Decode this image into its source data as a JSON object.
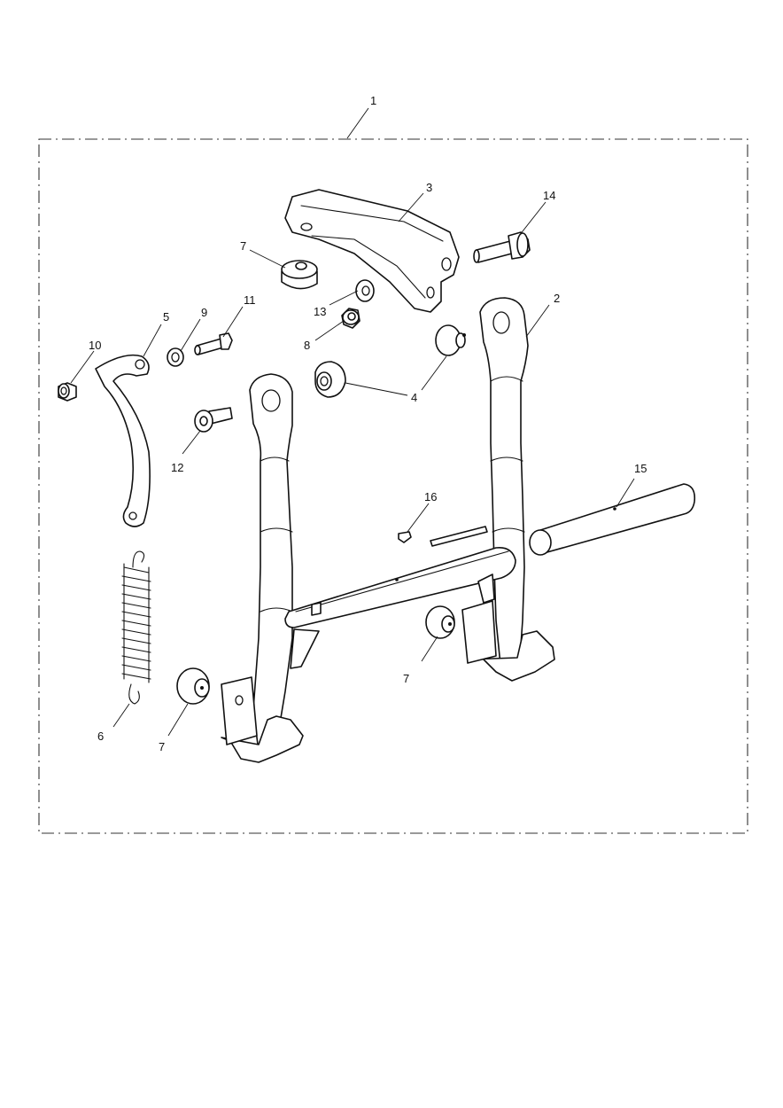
{
  "diagram": {
    "callouts": [
      {
        "id": "1",
        "label": "1"
      },
      {
        "id": "2",
        "label": "2"
      },
      {
        "id": "3",
        "label": "3"
      },
      {
        "id": "4",
        "label": "4"
      },
      {
        "id": "5",
        "label": "5"
      },
      {
        "id": "6",
        "label": "6"
      },
      {
        "id": "7a",
        "label": "7"
      },
      {
        "id": "7b",
        "label": "7"
      },
      {
        "id": "7c",
        "label": "7"
      },
      {
        "id": "8",
        "label": "8"
      },
      {
        "id": "9",
        "label": "9"
      },
      {
        "id": "10",
        "label": "10"
      },
      {
        "id": "11",
        "label": "11"
      },
      {
        "id": "12",
        "label": "12"
      },
      {
        "id": "13",
        "label": "13"
      },
      {
        "id": "14",
        "label": "14"
      },
      {
        "id": "15",
        "label": "15"
      },
      {
        "id": "16",
        "label": "16"
      }
    ]
  }
}
